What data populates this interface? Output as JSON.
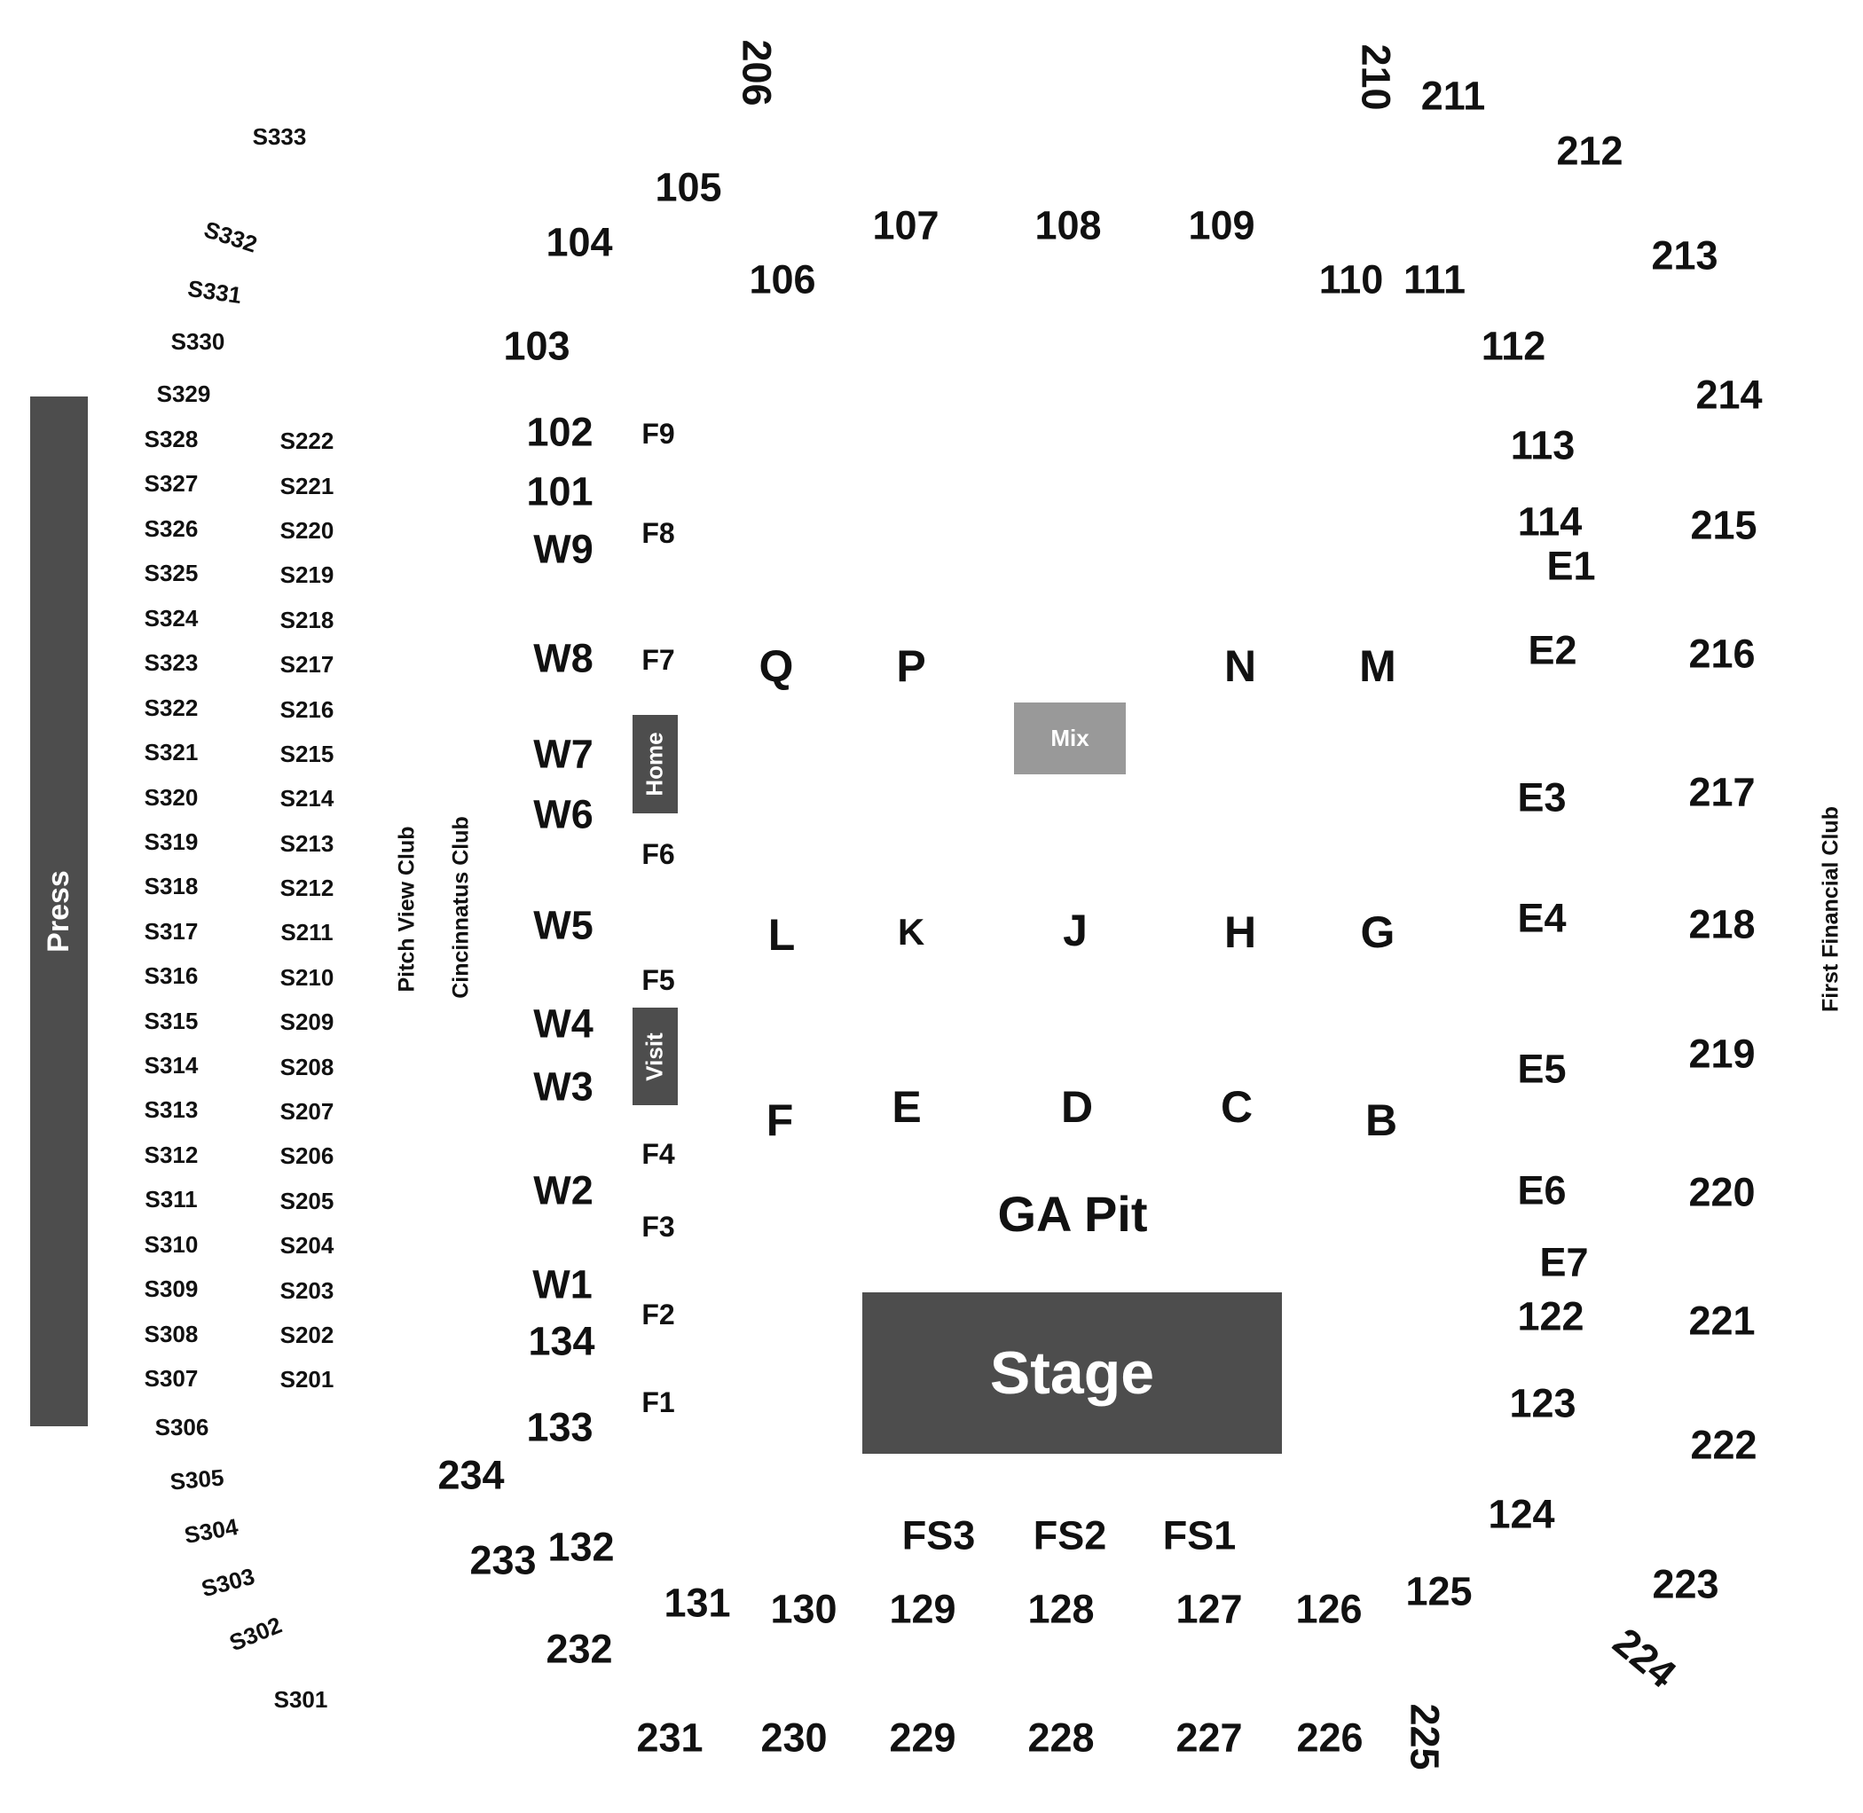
{
  "areas": {
    "press": "Press",
    "home": "Home",
    "visit": "Visit",
    "mix": "Mix",
    "stage": "Stage",
    "ga_pit": "GA Pit",
    "pitch_view_club": "Pitch View Club",
    "cincinnatus_club": "Cincinnatus Club",
    "first_financial_club": "First Financial Club"
  },
  "sections": {
    "s300": [
      "S333",
      "S332",
      "S331",
      "S330",
      "S329",
      "S328",
      "S327",
      "S326",
      "S325",
      "S324",
      "S323",
      "S322",
      "S321",
      "S320",
      "S319",
      "S318",
      "S317",
      "S316",
      "S315",
      "S314",
      "S313",
      "S312",
      "S311",
      "S310",
      "S309",
      "S308",
      "S307",
      "S306",
      "S305",
      "S304",
      "S303",
      "S302",
      "S301"
    ],
    "s200": [
      "S222",
      "S221",
      "S220",
      "S219",
      "S218",
      "S217",
      "S216",
      "S215",
      "S214",
      "S213",
      "S212",
      "S211",
      "S210",
      "S209",
      "S208",
      "S207",
      "S206",
      "S205",
      "S204",
      "S203",
      "S202",
      "S201"
    ],
    "lower_left": [
      "105",
      "104",
      "103",
      "102",
      "101",
      "134",
      "133",
      "132",
      "131"
    ],
    "lower_top": [
      "106",
      "107",
      "108",
      "109",
      "110",
      "111",
      "112",
      "113",
      "114"
    ],
    "lower_right": [
      "122",
      "123",
      "124",
      "125"
    ],
    "lower_bottom": [
      "130",
      "129",
      "128",
      "127",
      "126"
    ],
    "upper": [
      "206",
      "210",
      "211",
      "212",
      "213",
      "214",
      "215",
      "216",
      "217",
      "218",
      "219",
      "220",
      "221",
      "222",
      "223",
      "224",
      "225",
      "226",
      "227",
      "228",
      "229",
      "230",
      "231",
      "232",
      "233",
      "234"
    ],
    "west": [
      "W9",
      "W8",
      "W7",
      "W6",
      "W5",
      "W4",
      "W3",
      "W2",
      "W1"
    ],
    "field": [
      "F9",
      "F8",
      "F7",
      "F6",
      "F5",
      "F4",
      "F3",
      "F2",
      "F1"
    ],
    "east": [
      "E1",
      "E2",
      "E3",
      "E4",
      "E5",
      "E6",
      "E7"
    ],
    "floor": [
      "Q",
      "P",
      "N",
      "M",
      "L",
      "K",
      "J",
      "H",
      "G",
      "F",
      "E",
      "D",
      "C",
      "B"
    ],
    "field_seats": [
      "FS3",
      "FS2",
      "FS1"
    ]
  }
}
